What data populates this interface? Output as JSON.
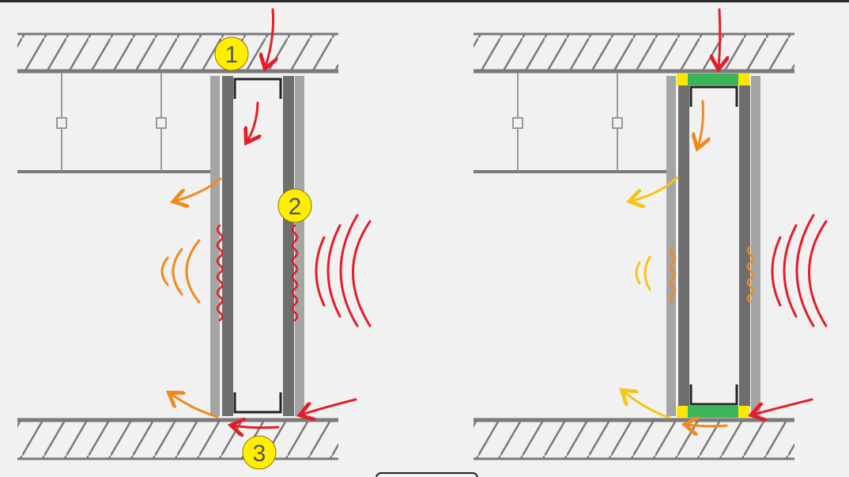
{
  "diagram": {
    "left_panel": {
      "markers": [
        "1",
        "2",
        "3"
      ],
      "variant": "unsealed partition wall"
    },
    "right_panel": {
      "variant": "sealed partition wall"
    },
    "colors": {
      "slab": "#7a7a7a",
      "board": "#a5a5a5",
      "stud": "#6e6e6e",
      "track": "#222222",
      "sound_strong": "#e31e2a",
      "sound_medium": "#f08a1e",
      "sound_weak": "#f5c518",
      "seal": "#3db35a",
      "seal_edge": "#ffe600",
      "marker": "#ffee00"
    }
  }
}
